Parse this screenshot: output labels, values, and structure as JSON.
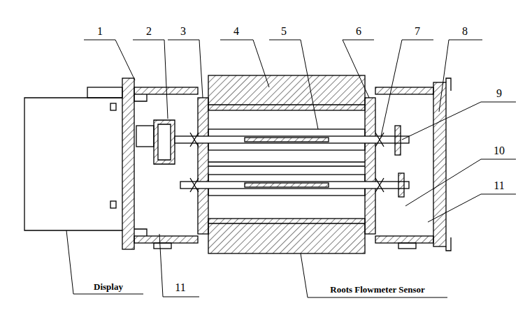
{
  "diagram": {
    "labels": [
      "1",
      "2",
      "3",
      "4",
      "5",
      "6",
      "7",
      "8",
      "9",
      "10",
      "11",
      "Display",
      "11",
      "Roots Flowmeter Sensor"
    ]
  }
}
